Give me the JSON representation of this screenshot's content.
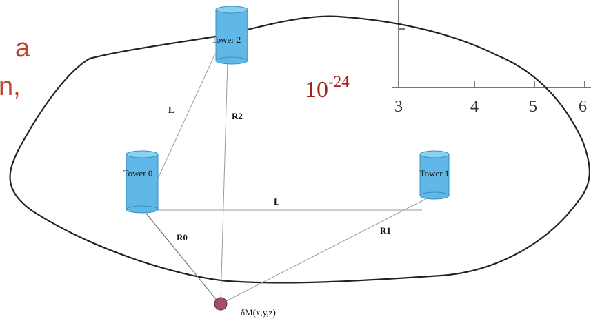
{
  "slide_fragment": {
    "text_lines": [
      "a",
      "n,"
    ],
    "color": "#c0442c"
  },
  "scale_label": {
    "base": "10",
    "exponent": "-24",
    "color": "#a0241c"
  },
  "axis": {
    "tick_labels": [
      "3",
      "4",
      "5",
      "6"
    ]
  },
  "diagram": {
    "towers": [
      {
        "id": "tower0",
        "label": "Tower 0"
      },
      {
        "id": "tower1",
        "label": "Tower 1"
      },
      {
        "id": "tower2",
        "label": "Tower 2"
      }
    ],
    "edge_labels": {
      "l_top": "L",
      "l_bottom": "L",
      "r0": "R0",
      "r1": "R1",
      "r2": "R2"
    },
    "source_label": "δM(x,y,z)",
    "colors": {
      "tower_fill": "#5fb8e8",
      "tower_top": "#8ad0f2",
      "tower_stroke": "#3a8fc0",
      "source": "#a0506a",
      "outline": "#222222",
      "edge": "#9a9a9a"
    }
  }
}
